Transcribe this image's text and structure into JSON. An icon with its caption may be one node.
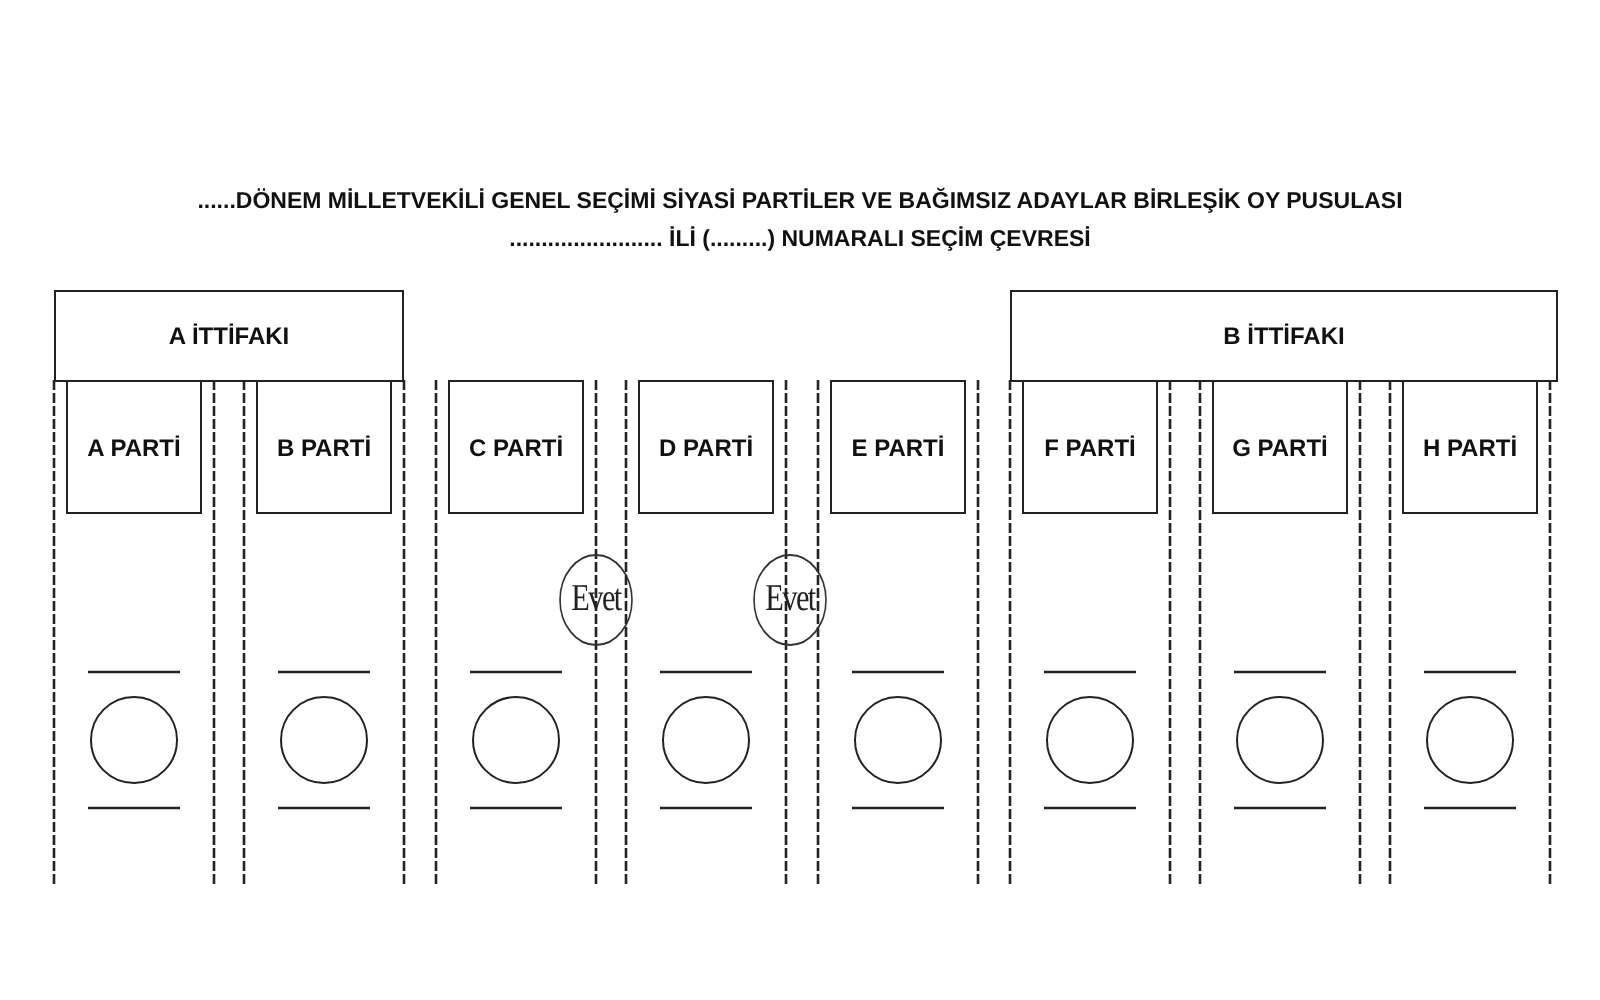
{
  "diagram": {
    "title": "......DÖNEM MİLLETVEKİLİ GENEL SEÇİMİ SİYASİ PARTİLER VE BAĞIMSIZ ADAYLAR BİRLEŞİK OY PUSULASI",
    "nodes": [
      {
        "text": [
          "A İTTİFAKI"
        ]
      },
      {
        "text": [
          "B İTTİFAKI"
        ]
      },
      {
        "text": [
          "A PARTİ"
        ]
      },
      {
        "text": [
          "B PARTİ"
        ]
      },
      {
        "text": [
          "C PARTİ"
        ]
      },
      {
        "text": [
          "D PARTİ"
        ]
      },
      {
        "text": [
          "E PARTİ"
        ]
      },
      {
        "text": [
          "F PARTİ"
        ]
      },
      {
        "text": [
          "G PARTİ"
        ]
      },
      {
        "text": [
          "H PARTİ"
        ]
      },
      {
        "text": [
          "Evet"
        ]
      },
      {
        "text": [
          "Evet"
        ]
      },
      {
        "text": [],
        "shape": "circle"
      },
      {
        "text": [],
        "shape": "circle"
      },
      {
        "text": [],
        "shape": "circle"
      },
      {
        "text": [],
        "shape": "circle"
      },
      {
        "text": [],
        "shape": "circle"
      },
      {
        "text": [],
        "shape": "circle"
      },
      {
        "text": [],
        "shape": "circle"
      },
      {
        "text": [],
        "shape": "circle"
      }
    ],
    "edges": [],
    "labels": [
      "........................ İLİ (.........) NUMARALI SEÇİM ÇEVRESİ"
    ]
  }
}
